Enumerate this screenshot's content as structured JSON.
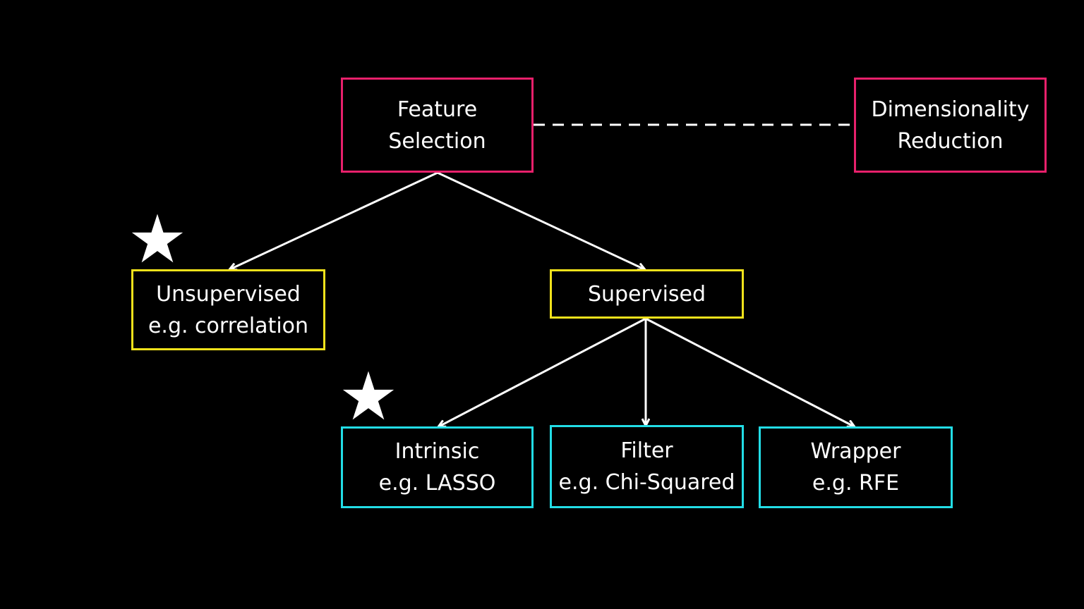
{
  "colors": {
    "background": "#000000",
    "text": "#ffffff",
    "connector": "#ffffff",
    "level_1": "#e8206b",
    "level_2": "#f2e21b",
    "level_3": "#22dde6",
    "star": "#ffffff"
  },
  "nodes": {
    "feature_selection": {
      "line1": "Feature",
      "line2": "Selection"
    },
    "dimensionality_reduction": {
      "line1": "Dimensionality",
      "line2": "Reduction"
    },
    "unsupervised": {
      "line1": "Unsupervised",
      "line2": "e.g. correlation"
    },
    "supervised": {
      "line1": "Supervised"
    },
    "intrinsic": {
      "line1": "Intrinsic",
      "line2": "e.g. LASSO"
    },
    "filter": {
      "line1": "Filter",
      "line2": "e.g. Chi-Squared"
    },
    "wrapper": {
      "line1": "Wrapper",
      "line2": "e.g. RFE"
    }
  },
  "icons": {
    "unsupervised_marker": "star-icon",
    "intrinsic_marker": "star-icon"
  }
}
